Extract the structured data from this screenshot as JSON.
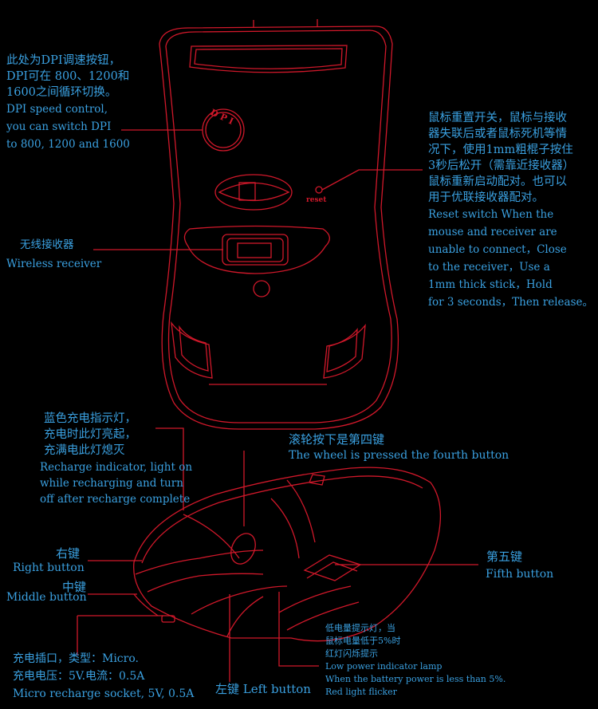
{
  "bottom_view": {
    "dpi": {
      "cn1": "此处为DPI调速按钮，",
      "cn2": "DPI可在 800、1200和",
      "cn3": "1600之间循环切换。",
      "en1": "DPI speed control,",
      "en2": "you can switch DPI",
      "en3": "to 800, 1200 and 1600",
      "badge": "D P I"
    },
    "reset": {
      "cn1": "鼠标重置开关，鼠标与接收",
      "cn2": "器失联后或者鼠标死机等情",
      "cn3": "况下，使用1mm粗棍子按住",
      "cn4": "3秒后松开（需靠近接收器）",
      "cn5": "鼠标重新启动配对。也可以",
      "cn6": "用于优联接收器配对。",
      "en1": "Reset switch When the",
      "en2": " mouse and receiver are",
      "en3": " unable to connect，Close",
      "en4": "to the receiver，Use a",
      "en5": " 1mm thick stick，Hold",
      "en6": "for 3 seconds，Then release。",
      "tag": "reset"
    },
    "receiver": {
      "cn": "无线接收器",
      "en": "Wireless receiver"
    }
  },
  "side_view": {
    "recharge": {
      "cn1": "蓝色充电指示灯，",
      "cn2": "充电时此灯亮起，",
      "cn3": "充满电此灯熄灭",
      "en1": "Recharge indicator, light on",
      "en2": "while recharging and turn",
      "en3": "off after recharge complete"
    },
    "wheel": {
      "cn": "滚轮按下是第四键",
      "en": "The wheel is pressed the fourth button"
    },
    "right_button": {
      "cn": "右键",
      "en": "Right button"
    },
    "middle_button": {
      "cn": "中键",
      "en": "Middle button"
    },
    "fifth_button": {
      "cn": "第五键",
      "en": "Fifth button"
    },
    "socket": {
      "cn1": "充电插口，类型：Micro.",
      "cn2": "充电电压：5V.电流：0.5A",
      "en": "Micro recharge socket, 5V, 0.5A"
    },
    "left_button": {
      "text": "左键 Left button"
    },
    "battery": {
      "cn1": "低电量提示灯，当",
      "cn2": "鼠标电量低于5%时",
      "cn3": "红灯闪烁提示",
      "en1": "Low power indicator lamp",
      "en2": "When the battery power is less than 5%.",
      "en3": "Red light flicker"
    }
  },
  "colors": {
    "line": "#d0182a",
    "text": "#3aa0e0",
    "background": "#000000"
  }
}
